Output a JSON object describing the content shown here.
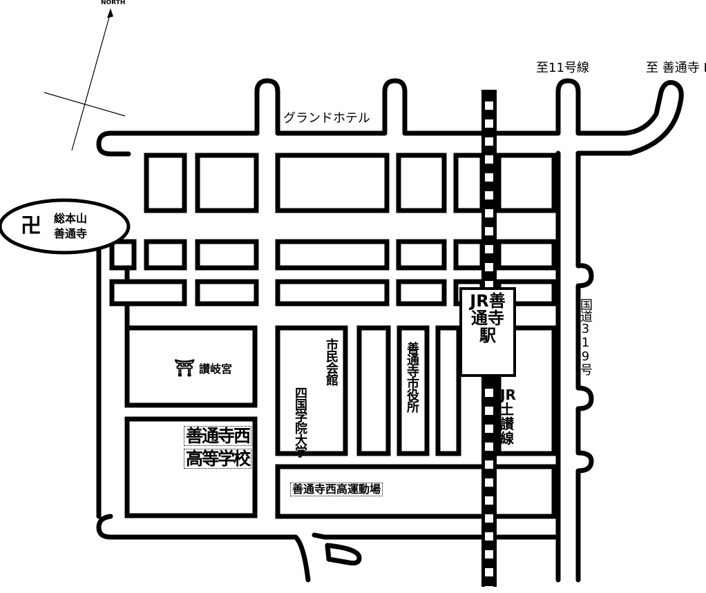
{
  "compass": {
    "label": "NORTH"
  },
  "destinations": {
    "route11": "至11号線",
    "zentsuji_ic": "至 善通寺 IC"
  },
  "landmarks": {
    "grand_hotel": "グランドホテル",
    "temple_line1": "総本山",
    "temple_line2": "善通寺",
    "temple_symbol": "卍",
    "shrine_symbol": "⛩",
    "shrine": "讃岐宮",
    "civic_hall": "市民会館",
    "city_office": "善通寺市役所",
    "university": "四国学院大学",
    "high_school_line1": "善通寺西",
    "high_school_line2": "高等学校",
    "sports_ground": "善通寺西高運動場",
    "station": "JR善通寺駅",
    "railway": "JR土讃線",
    "national_route": "国道319号"
  },
  "colors": {
    "road_outline": "#000000",
    "background": "#ffffff"
  }
}
